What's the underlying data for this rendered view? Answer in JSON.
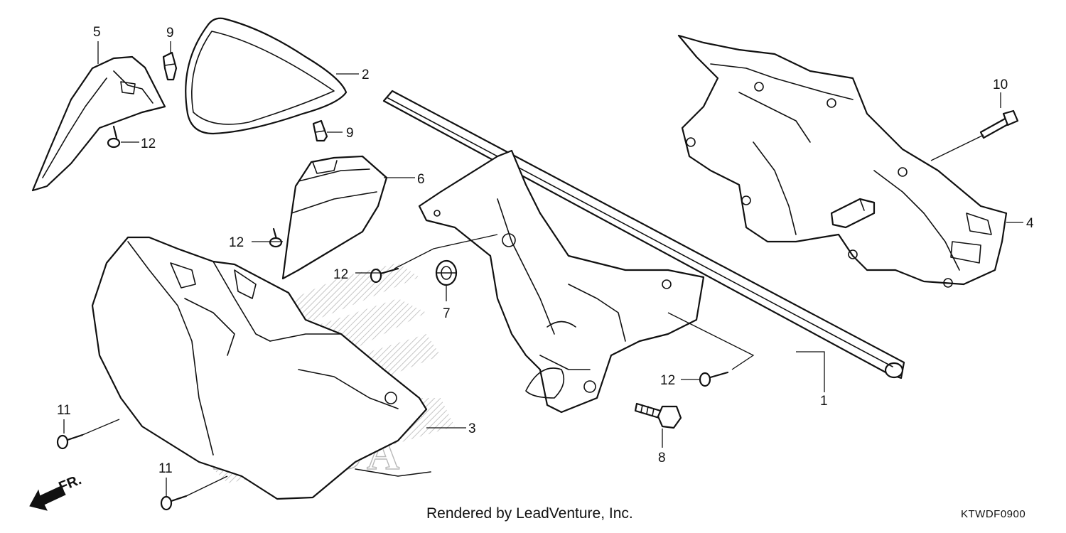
{
  "diagram": {
    "callouts": {
      "part_1": "1",
      "part_2": "2",
      "part_3": "3",
      "part_4": "4",
      "part_5": "5",
      "part_6": "6",
      "part_7": "7",
      "part_8": "8",
      "part_9a": "9",
      "part_9b": "9",
      "part_10": "10",
      "part_11a": "11",
      "part_11b": "11",
      "part_12a": "12",
      "part_12b": "12",
      "part_12c": "12",
      "part_12d": "12"
    },
    "front_indicator": "FR.",
    "watermark": "HONDA",
    "credit": "Rendered by LeadVenture, Inc.",
    "code": "KTWDF0900"
  },
  "colors": {
    "line": "#111111",
    "watermark": "#b9b9b9",
    "background": "#ffffff"
  }
}
